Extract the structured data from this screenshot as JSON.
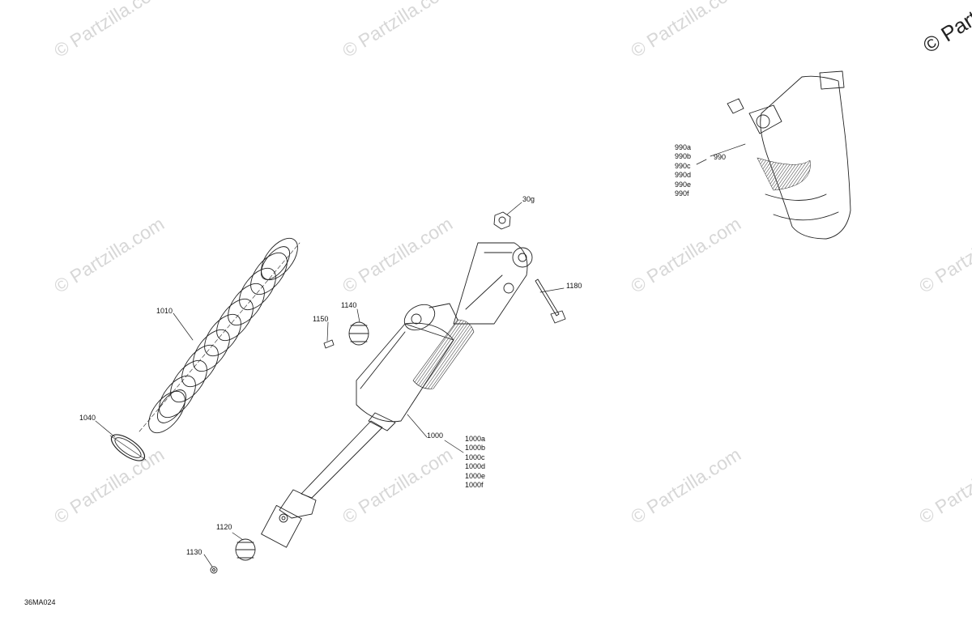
{
  "watermark": {
    "text": "© Partzilla.com",
    "corner_text": "© Partz"
  },
  "diagram_code": "36MA024",
  "callouts": {
    "c30g": "30g",
    "c1180": "1180",
    "c1140": "1140",
    "c1150": "1150",
    "c1010": "1010",
    "c1040": "1040",
    "c1000": "1000",
    "c1000_variants": [
      "1000a",
      "1000b",
      "1000c",
      "1000d",
      "1000e",
      "1000f"
    ],
    "c1120": "1120",
    "c1130": "1130",
    "c990": "990",
    "c990_variants": [
      "990a",
      "990b",
      "990c",
      "990d",
      "990e",
      "990f"
    ]
  }
}
